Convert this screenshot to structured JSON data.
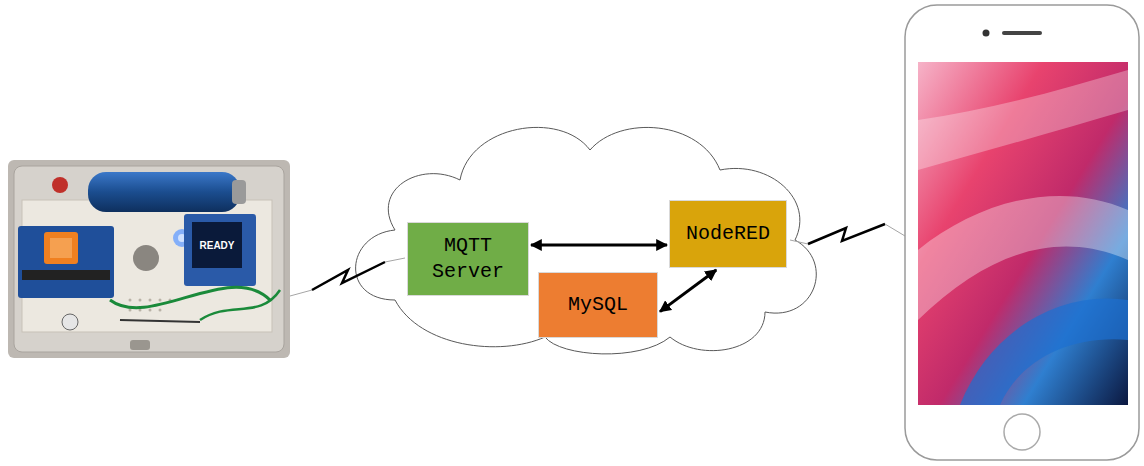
{
  "diagram": {
    "nodes": [
      {
        "text": [
          "MQTT Server"
        ]
      },
      {
        "text": [
          "NodeRED"
        ]
      },
      {
        "text": [
          "MySQL"
        ]
      }
    ],
    "edges": [
      {
        "from": 0,
        "to": 1,
        "arrow": "both"
      },
      {
        "from": 1,
        "to": 2,
        "arrow": "both"
      }
    ],
    "labels": [
      "READY"
    ]
  }
}
